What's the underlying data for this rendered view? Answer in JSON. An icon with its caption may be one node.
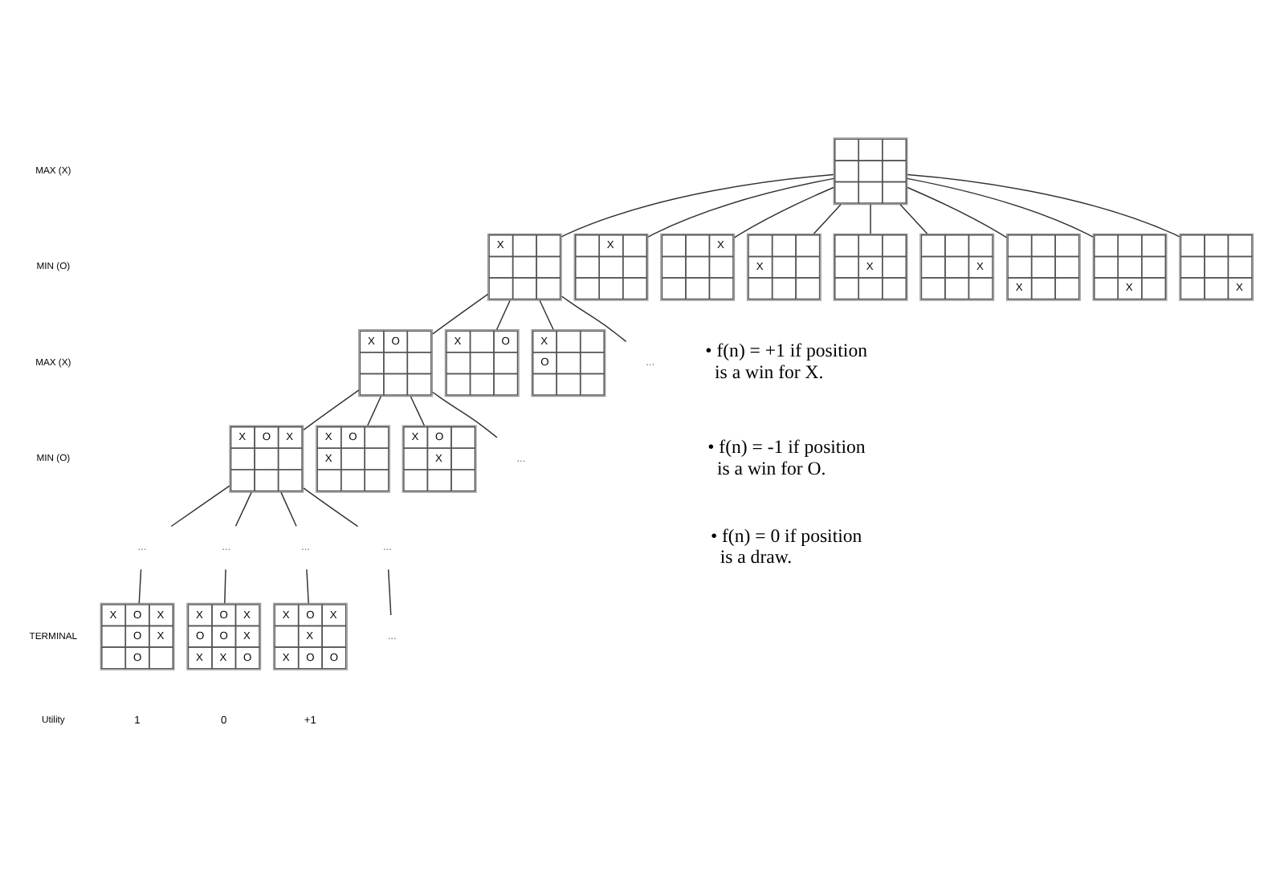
{
  "diagram": {
    "nodes": [
      {
        "text": [],
        "shape": "box"
      },
      {
        "text": [
          "X"
        ]
      },
      {
        "text": [
          "X"
        ]
      },
      {
        "text": [
          "X"
        ]
      },
      {
        "text": [
          "X"
        ]
      },
      {
        "text": [
          "X"
        ]
      },
      {
        "text": [
          "X"
        ]
      },
      {
        "text": [
          "X"
        ]
      },
      {
        "text": [
          "X"
        ]
      },
      {
        "text": [
          "X"
        ]
      },
      {
        "text": [
          "X",
          "O"
        ]
      },
      {
        "text": [
          "X",
          "O"
        ]
      },
      {
        "text": [
          "X",
          "O"
        ]
      },
      {
        "text": [
          "..."
        ]
      },
      {
        "text": [
          "X",
          "O",
          "X"
        ]
      },
      {
        "text": [
          "X",
          "O",
          "X"
        ]
      },
      {
        "text": [
          "X",
          "O",
          "X"
        ]
      },
      {
        "text": [
          "..."
        ]
      },
      {
        "text": [
          "..."
        ]
      },
      {
        "text": [
          "..."
        ]
      },
      {
        "text": [
          "..."
        ]
      },
      {
        "text": [
          "..."
        ]
      },
      {
        "text": [
          "X",
          "O",
          "X",
          "O",
          "X",
          "O"
        ]
      },
      {
        "text": [
          "X",
          "O",
          "X",
          "O",
          "O",
          "X",
          "X",
          "X",
          "O"
        ]
      },
      {
        "text": [
          "X",
          "O",
          "X",
          "X",
          "X",
          "O",
          "O"
        ]
      },
      {
        "text": [
          "..."
        ]
      }
    ],
    "edges": [
      {
        "from": 0,
        "to": 1,
        "arrow": "none"
      },
      {
        "from": 0,
        "to": 2,
        "arrow": "none"
      },
      {
        "from": 0,
        "to": 3,
        "arrow": "none"
      },
      {
        "from": 0,
        "to": 4,
        "arrow": "none"
      },
      {
        "from": 0,
        "to": 5,
        "arrow": "none"
      },
      {
        "from": 0,
        "to": 6,
        "arrow": "none"
      },
      {
        "from": 0,
        "to": 7,
        "arrow": "none"
      },
      {
        "from": 0,
        "to": 8,
        "arrow": "none"
      },
      {
        "from": 0,
        "to": 9,
        "arrow": "none"
      },
      {
        "from": 1,
        "to": 10,
        "arrow": "none"
      },
      {
        "from": 1,
        "to": 11,
        "arrow": "none"
      },
      {
        "from": 1,
        "to": 12,
        "arrow": "none"
      },
      {
        "from": 1,
        "to": 13,
        "arrow": "none"
      },
      {
        "from": 10,
        "to": 14,
        "arrow": "none"
      },
      {
        "from": 10,
        "to": 15,
        "arrow": "none"
      },
      {
        "from": 10,
        "to": 16,
        "arrow": "none"
      },
      {
        "from": 10,
        "to": 17,
        "arrow": "none"
      },
      {
        "from": 14,
        "to": 18,
        "arrow": "none"
      },
      {
        "from": 14,
        "to": 19,
        "arrow": "none"
      },
      {
        "from": 14,
        "to": 20,
        "arrow": "none"
      },
      {
        "from": 14,
        "to": 21,
        "arrow": "none"
      },
      {
        "from": 18,
        "to": 22,
        "arrow": "none"
      },
      {
        "from": 19,
        "to": 23,
        "arrow": "none"
      },
      {
        "from": 20,
        "to": 24,
        "arrow": "none"
      },
      {
        "from": 21,
        "to": 25,
        "arrow": "none"
      }
    ],
    "labels": [
      "MAX (X)",
      "MIN (O)",
      "MAX (X)",
      "MIN (O)",
      "TERMINAL",
      "Utility",
      "1",
      "0",
      "+1",
      "• f(n) = +1 if position is a win for X.",
      "• f(n) = -1 if position is a win for O.",
      "• f(n) = 0 if position is a draw."
    ]
  }
}
